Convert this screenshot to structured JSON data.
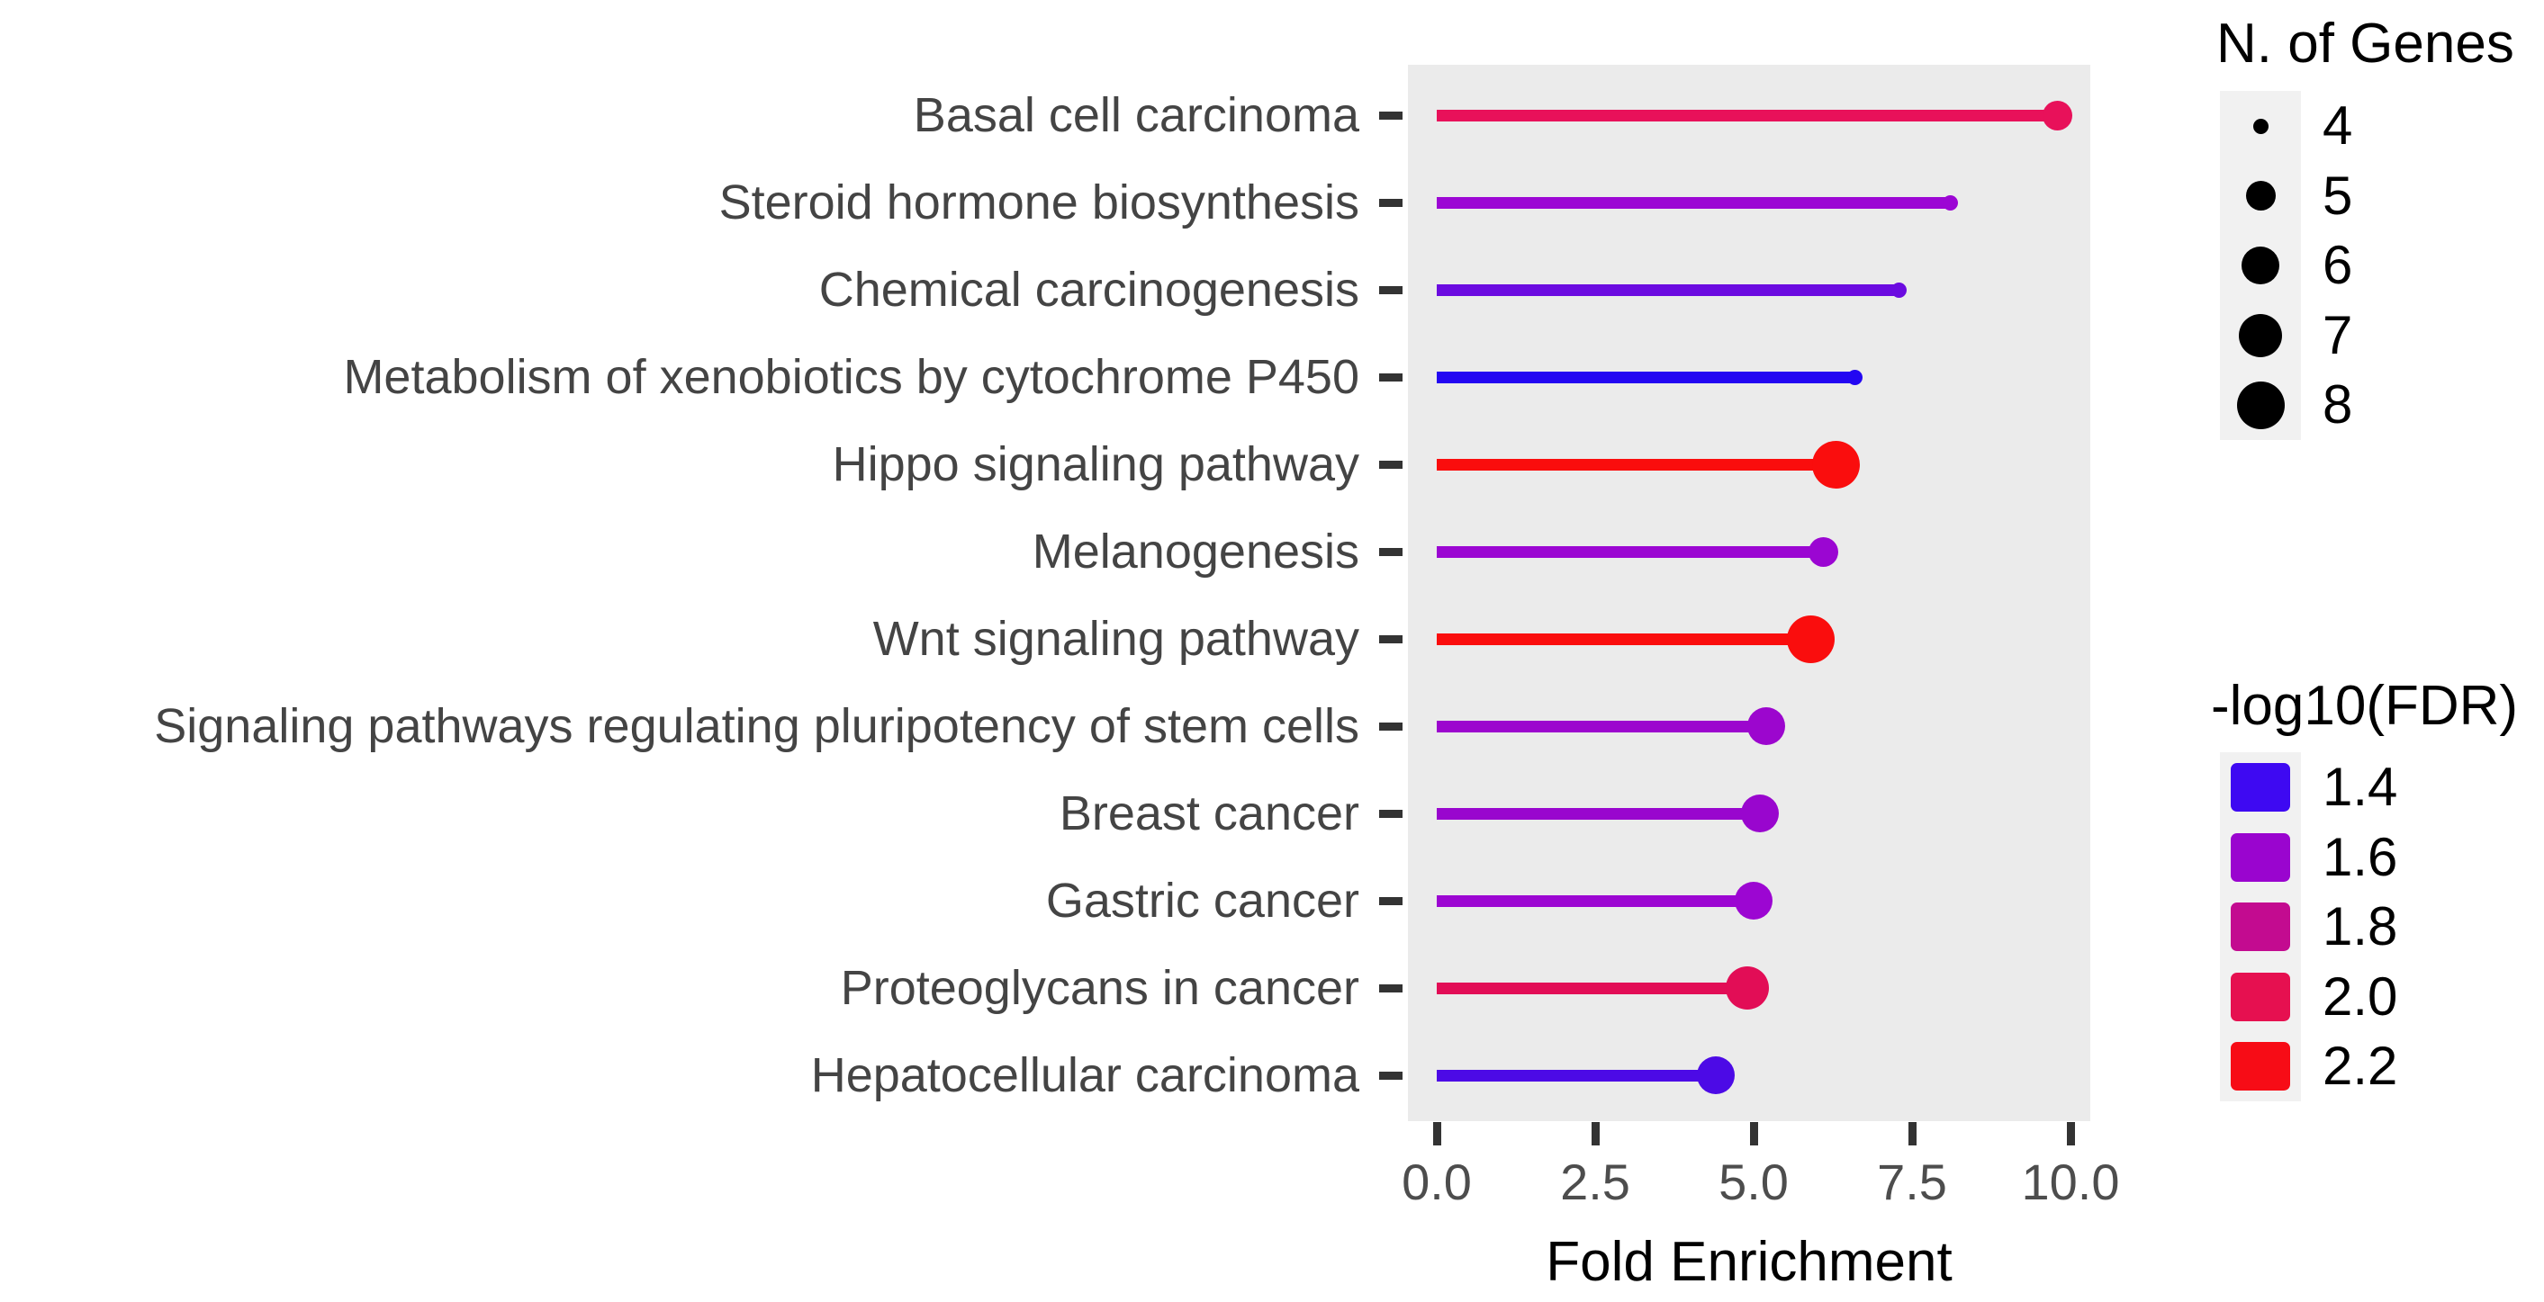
{
  "chart_data": {
    "type": "lollipop",
    "title": "",
    "xlabel": "Fold Enrichment",
    "ylabel": "",
    "x_tick_labels": [
      "0.0",
      "2.5",
      "5.0",
      "7.5",
      "10.0"
    ],
    "x_tick_values": [
      0,
      2.5,
      5,
      7.5,
      10
    ],
    "xlim": [
      -0.47,
      10.32
    ],
    "grid": false,
    "panel_bg": "#EBEBEB",
    "legend_position": "right",
    "rows": [
      {
        "pathway": "Basal cell carcinoma",
        "fold_enrichment": 9.8,
        "n_genes": 5,
        "neg_log10_fdr": 2.0,
        "color": "#E8115A"
      },
      {
        "pathway": "Steroid hormone biosynthesis",
        "fold_enrichment": 8.1,
        "n_genes": 4,
        "neg_log10_fdr": 1.6,
        "color": "#9C06D4"
      },
      {
        "pathway": "Chemical carcinogenesis",
        "fold_enrichment": 7.3,
        "n_genes": 4,
        "neg_log10_fdr": 1.5,
        "color": "#6B0BE0"
      },
      {
        "pathway": "Metabolism of xenobiotics by cytochrome P450",
        "fold_enrichment": 6.6,
        "n_genes": 4,
        "neg_log10_fdr": 1.4,
        "color": "#2307F2"
      },
      {
        "pathway": "Hippo signaling pathway",
        "fold_enrichment": 6.3,
        "n_genes": 8,
        "neg_log10_fdr": 2.2,
        "color": "#FA0D0D"
      },
      {
        "pathway": "Melanogenesis",
        "fold_enrichment": 6.1,
        "n_genes": 5,
        "neg_log10_fdr": 1.6,
        "color": "#9B06D2"
      },
      {
        "pathway": "Wnt signaling pathway",
        "fold_enrichment": 5.9,
        "n_genes": 8,
        "neg_log10_fdr": 2.2,
        "color": "#FA0D0D"
      },
      {
        "pathway": "Signaling pathways regulating pluripotency of stem cells",
        "fold_enrichment": 5.2,
        "n_genes": 6,
        "neg_log10_fdr": 1.6,
        "color": "#9C06CE"
      },
      {
        "pathway": "Breast cancer",
        "fold_enrichment": 5.1,
        "n_genes": 6,
        "neg_log10_fdr": 1.6,
        "color": "#9906CE"
      },
      {
        "pathway": "Gastric cancer",
        "fold_enrichment": 5.0,
        "n_genes": 6,
        "neg_log10_fdr": 1.6,
        "color": "#9C06D2"
      },
      {
        "pathway": "Proteoglycans in cancer",
        "fold_enrichment": 4.9,
        "n_genes": 7,
        "neg_log10_fdr": 2.0,
        "color": "#E20D56"
      },
      {
        "pathway": "Hepatocellular carcinoma",
        "fold_enrichment": 4.4,
        "n_genes": 6,
        "neg_log10_fdr": 1.45,
        "color": "#4C0AE6"
      }
    ],
    "legend_size": {
      "title": "N. of Genes",
      "dot_color": "#000000",
      "entries": [
        {
          "label": "4",
          "value": 4
        },
        {
          "label": "5",
          "value": 5
        },
        {
          "label": "6",
          "value": 6
        },
        {
          "label": "7",
          "value": 7
        },
        {
          "label": "8",
          "value": 8
        }
      ]
    },
    "legend_color": {
      "title": "-log10(FDR)",
      "entries": [
        {
          "label": "1.4",
          "color": "#3E09F2"
        },
        {
          "label": "1.6",
          "color": "#9A05CF"
        },
        {
          "label": "1.8",
          "color": "#C30B90"
        },
        {
          "label": "2.0",
          "color": "#E61050"
        },
        {
          "label": "2.2",
          "color": "#F70C16"
        }
      ]
    }
  }
}
